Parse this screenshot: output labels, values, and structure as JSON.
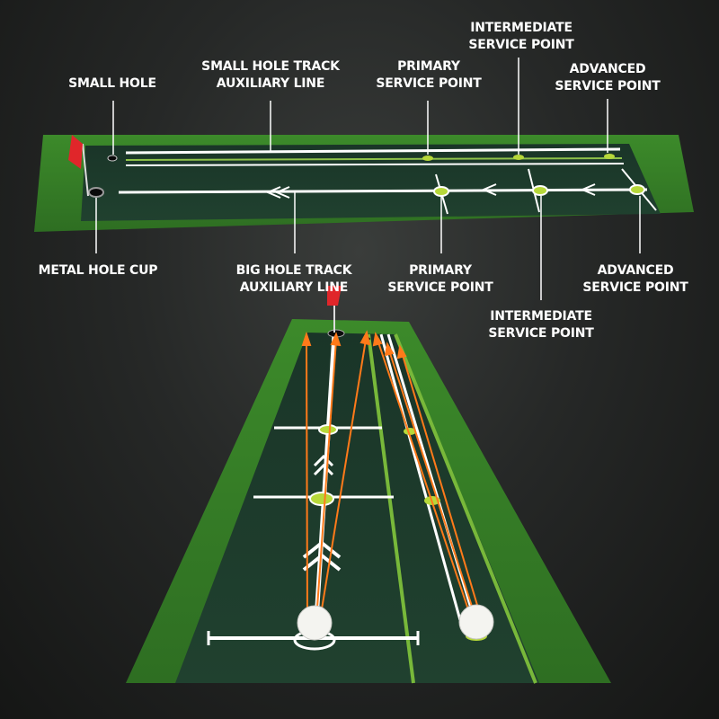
{
  "callouts": {
    "small_hole": {
      "line1": "SMALL HOLE",
      "line2": ""
    },
    "small_track": {
      "line1": "SMALL HOLE TRACK",
      "line2": "AUXILIARY LINE"
    },
    "primary_top": {
      "line1": "PRIMARY",
      "line2": "SERVICE POINT"
    },
    "intermediate_top": {
      "line1": "INTERMEDIATE",
      "line2": "SERVICE POINT"
    },
    "advanced_top": {
      "line1": "ADVANCED",
      "line2": "SERVICE POINT"
    },
    "metal_cup": {
      "line1": "METAL HOLE CUP",
      "line2": ""
    },
    "big_track": {
      "line1": "BIG HOLE TRACK",
      "line2": "AUXILIARY LINE"
    },
    "primary_bottom": {
      "line1": "PRIMARY",
      "line2": "SERVICE POINT"
    },
    "advanced_bottom": {
      "line1": "ADVANCED",
      "line2": "SERVICE POINT"
    },
    "intermediate_bottom": {
      "line1": "INTERMEDIATE",
      "line2": "SERVICE POINT"
    }
  },
  "colors": {
    "grass": "#3f8a2c",
    "mat": "#1e3a2c",
    "flag": "#e0262a",
    "target": "#b7d83a",
    "arrow": "#ff7a1a"
  }
}
